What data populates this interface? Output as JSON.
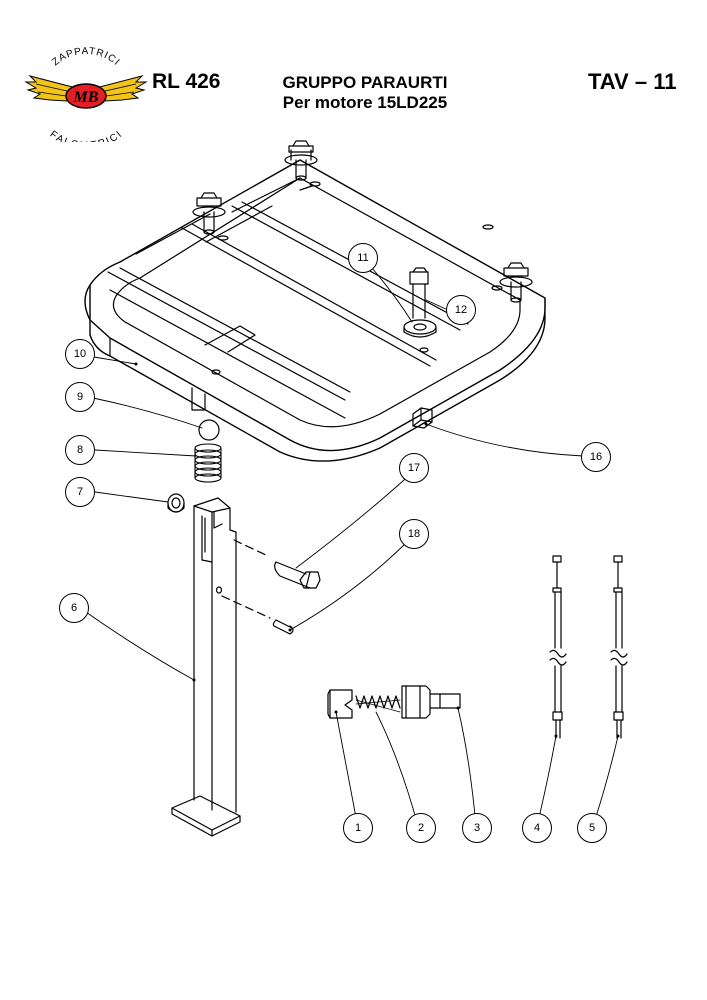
{
  "header": {
    "model": "RL 426",
    "group_title": "GRUPPO PARAURTI",
    "engine_line": "Per motore 15LD225",
    "table_code": "TAV – 11"
  },
  "logo": {
    "arc_top_text": "ZAPPATRICI",
    "arc_bottom_text": "FALCIATRICI",
    "badge_text": "MB",
    "colors": {
      "wings": "#f2c417",
      "badge": "#e21e26",
      "outline": "#000000"
    }
  },
  "callouts": [
    {
      "id": "1",
      "label": "1"
    },
    {
      "id": "2",
      "label": "2"
    },
    {
      "id": "3",
      "label": "3"
    },
    {
      "id": "4",
      "label": "4"
    },
    {
      "id": "5",
      "label": "5"
    },
    {
      "id": "6",
      "label": "6"
    },
    {
      "id": "7",
      "label": "7"
    },
    {
      "id": "8",
      "label": "8"
    },
    {
      "id": "9",
      "label": "9"
    },
    {
      "id": "10",
      "label": "10"
    },
    {
      "id": "11",
      "label": "11"
    },
    {
      "id": "12",
      "label": "12"
    },
    {
      "id": "16",
      "label": "16"
    },
    {
      "id": "17",
      "label": "17"
    },
    {
      "id": "18",
      "label": "18"
    }
  ]
}
